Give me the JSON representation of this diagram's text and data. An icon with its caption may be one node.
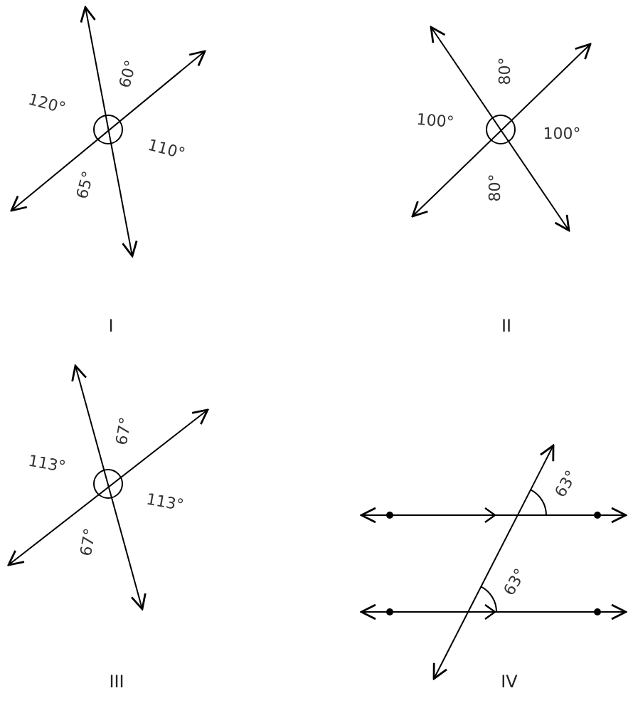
{
  "diagram": {
    "labels": [
      "120°",
      "60°",
      "110°",
      "65°",
      "I",
      "80°",
      "100°",
      "100°",
      "80°",
      "II",
      "113°",
      "67°",
      "113°",
      "67°",
      "III",
      "63°",
      "63°",
      "IV"
    ]
  }
}
